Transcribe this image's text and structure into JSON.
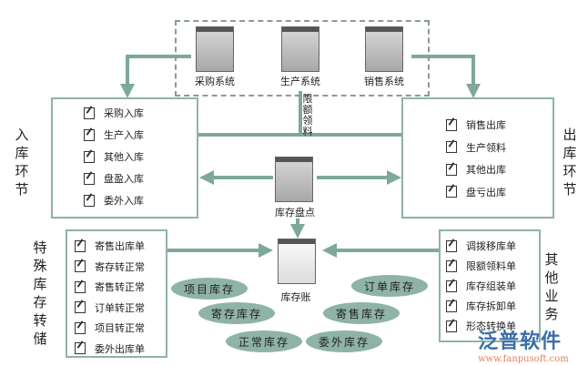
{
  "systems": [
    {
      "label": "采购系统"
    },
    {
      "label": "生产系统"
    },
    {
      "label": "销售系统"
    }
  ],
  "quota_label": "限额领料",
  "inbound": {
    "title": "入库环节",
    "items": [
      "采购入库",
      "生产入库",
      "其他入库",
      "盘盈入库",
      "委外入库"
    ]
  },
  "outbound": {
    "title": "出库环节",
    "items": [
      "销售出库",
      "生产领料",
      "其他出库",
      "盘亏出库"
    ]
  },
  "stocktake_label": "库存盘点",
  "ledger_label": "库存账",
  "special": {
    "title": "特殊库存转储",
    "items": [
      "寄售出库单",
      "寄存转正常",
      "寄售转正常",
      "订单转正常",
      "项目转正常",
      "委外出库单"
    ]
  },
  "other": {
    "title": "其他业务",
    "items": [
      "调拨移库单",
      "限额领料单",
      "库存组装单",
      "库存拆卸单",
      "形态转换单"
    ]
  },
  "stock_types": [
    "项目库存",
    "寄存库存",
    "正常库存",
    "订单库存",
    "寄售库存",
    "委外库存"
  ],
  "logo": {
    "name": "泛普软件",
    "url": "www.fanpusoft.com"
  },
  "colors": {
    "arrow": "#7fa898",
    "ellipse": "#8fb3a6"
  }
}
